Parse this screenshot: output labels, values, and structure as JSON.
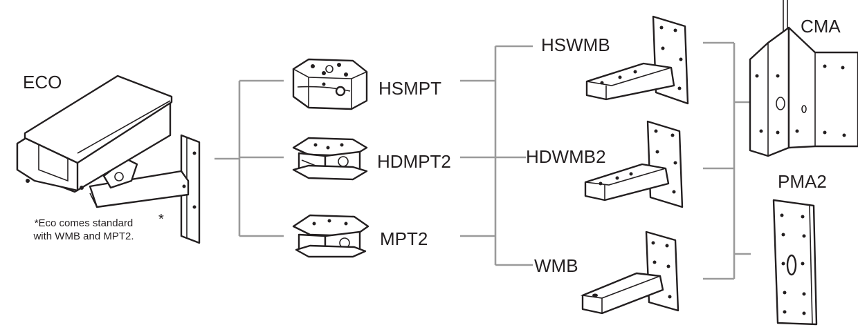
{
  "nodes": {
    "eco": "ECO",
    "hsmpt": "HSMPT",
    "hdmpt2": "HDMPT2",
    "mpt2": "MPT2",
    "hswmb": "HSWMB",
    "hdwmb2": "HDWMB2",
    "wmb": "WMB",
    "cma": "CMA",
    "pma2": "PMA2"
  },
  "note": {
    "line1": "*Eco comes standard",
    "line2": "with WMB and MPT2.",
    "asterisk": "*"
  },
  "colors": {
    "connector": "#9a9a9a",
    "ink": "#231f20",
    "background": "#ffffff"
  }
}
